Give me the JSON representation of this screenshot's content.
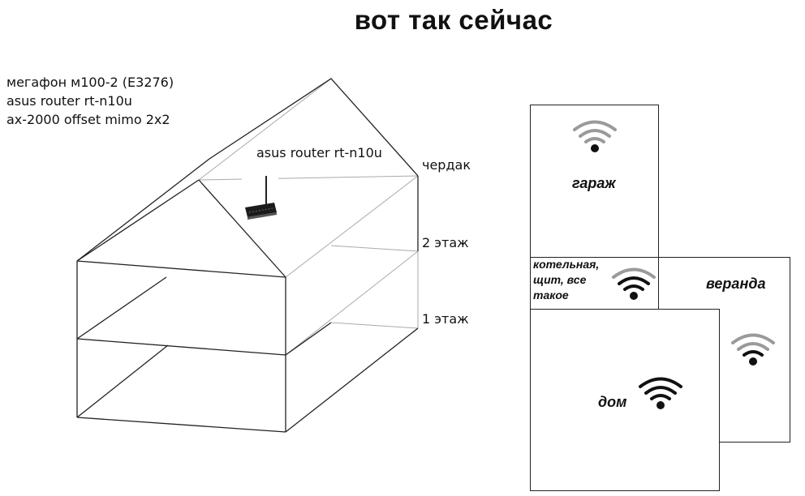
{
  "title": "вот так сейчас",
  "equipment": [
    "мегафон м100-2 (E3276)",
    "asus router rt-n10u",
    "ax-2000 offset mimo 2x2"
  ],
  "house": {
    "router_label": "asus router rt-n10u",
    "floors": {
      "attic": "чердак",
      "second": "2 этаж",
      "first": "1 этаж"
    }
  },
  "plan": {
    "rooms": {
      "garage": "гараж",
      "boiler": "котельная, щит, все такое",
      "veranda": "веранда",
      "home": "дом"
    }
  },
  "colors": {
    "strong_signal": "#111111",
    "weak_signal": "#9a9a9a",
    "lines": "#222222",
    "thin_lines": "#aaaaaa"
  }
}
